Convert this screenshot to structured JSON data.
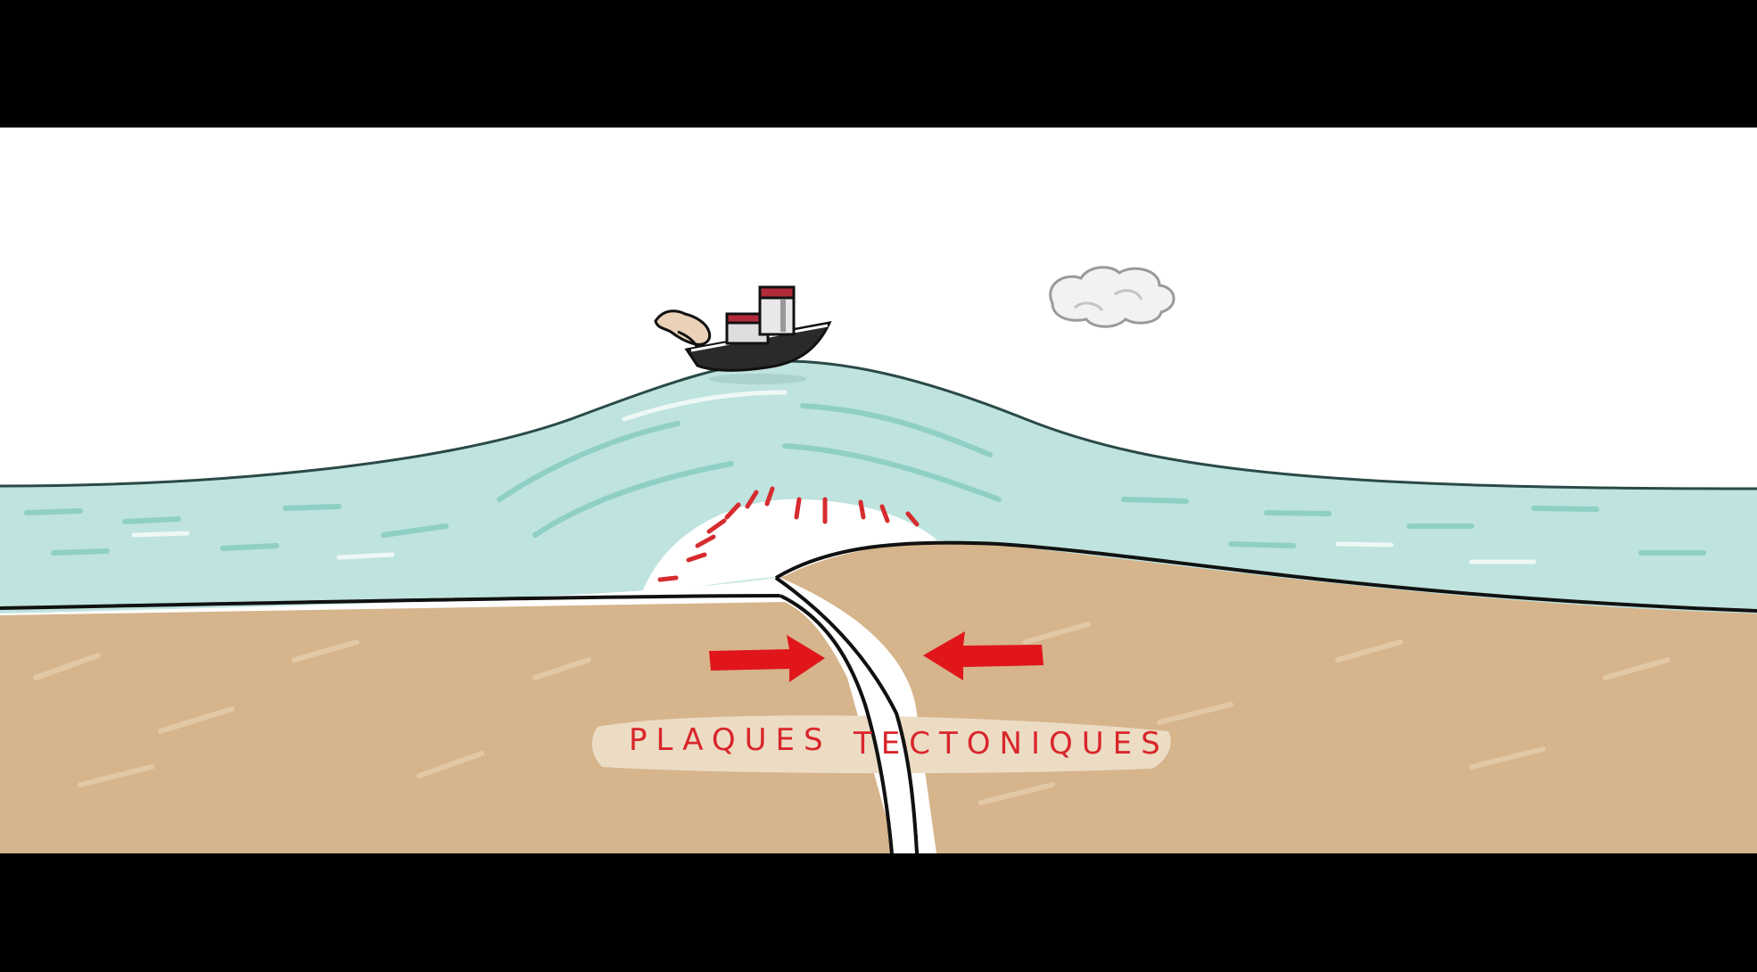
{
  "illustration": {
    "caption": {
      "word1": "PLAQUES",
      "word2": "TECTONIQUES"
    },
    "colors": {
      "letterbox": "#000000",
      "sky": "#ffffff",
      "water": "#bfe3de",
      "water_dark": "#93cfc7",
      "ground": "#d6b48c",
      "ground_light": "#e4c9a6",
      "outline": "#1a1a1a",
      "arrow": "#e0161b",
      "impact": "#d62c2f"
    },
    "objects": [
      "boat",
      "cloud",
      "ocean-wave",
      "seabed",
      "fault-line",
      "compression-arrows"
    ]
  }
}
